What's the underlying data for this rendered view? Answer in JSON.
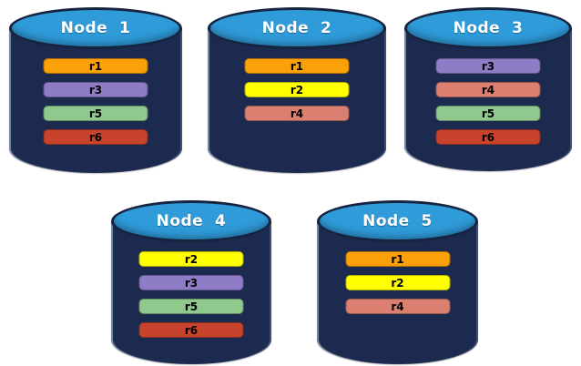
{
  "diagram": {
    "background": "#ffffff",
    "colors": {
      "cylinder_body": "#1B2A4E",
      "cylinder_top": "#2F9BD9",
      "cylinder_outline": "#162440",
      "node_label_text": "#ffffff",
      "bar_label_text": "#000000"
    },
    "replica_colors": {
      "r1": "#FBA008",
      "r2": "#FFFF00",
      "r3": "#8E7CC6",
      "r4": "#DB8071",
      "r5": "#8FC98E",
      "r6": "#C8432B"
    },
    "nodes": [
      {
        "label": "Node  1",
        "replicas": [
          "r1",
          "r3",
          "r5",
          "r6"
        ]
      },
      {
        "label": "Node  2",
        "replicas": [
          "r1",
          "r2",
          "r4"
        ]
      },
      {
        "label": "Node  3",
        "replicas": [
          "r3",
          "r4",
          "r5",
          "r6"
        ]
      },
      {
        "label": "Node  4",
        "replicas": [
          "r2",
          "r3",
          "r5",
          "r6"
        ]
      },
      {
        "label": "Node  5",
        "replicas": [
          "r1",
          "r2",
          "r4"
        ]
      }
    ]
  }
}
